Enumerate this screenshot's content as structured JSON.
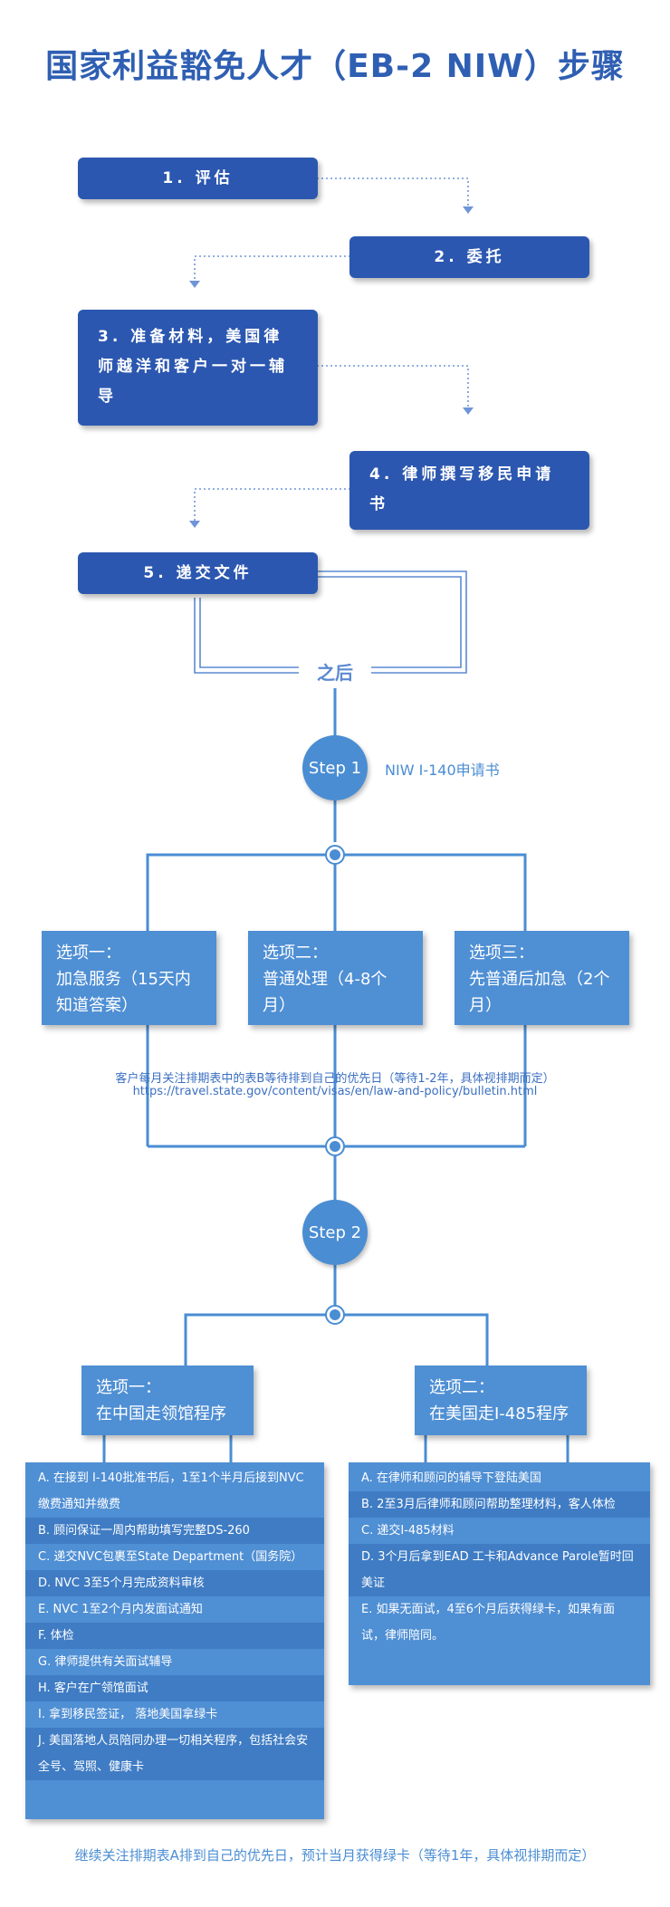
{
  "title": "国家利益豁免人才（EB-2 NIW）步骤",
  "steps": [
    {
      "label": "1. 评估"
    },
    {
      "label": "2. 委托"
    },
    {
      "label": "3. 准备材料，美国律师越洋和客户一对一辅导"
    },
    {
      "label": "4. 律师撰写移民申请书"
    },
    {
      "label": "5. 递交文件"
    }
  ],
  "after_label": "之后",
  "step1": {
    "circle": "Step 1",
    "label": "NIW I-140申请书"
  },
  "step1_options": [
    {
      "label": "选项一：\n加急服务（15天内知道答案）"
    },
    {
      "label": "选项二：\n普通处理（4-8个月）"
    },
    {
      "label": "选项三：\n先普通后加急（2个月）"
    }
  ],
  "note": {
    "line1": "客户每月关注排期表中的表B等待排到自己的优先日（等待1-2年，具体视排期而定）",
    "line2": "https://travel.state.gov/content/visas/en/law-and-policy/bulletin.html"
  },
  "step2": {
    "circle": "Step 2"
  },
  "step2_options": [
    {
      "label": "选项一：\n在中国走领馆程序"
    },
    {
      "label": "选项二：\n在美国走I-485程序"
    }
  ],
  "consular_list": [
    "A. 在接到 I-140批准书后，1至1个半月后接到NVC缴费通知并缴费",
    "B. 顾问保证一周内帮助填写完整DS-260",
    "C. 递交NVC包裹至State Department（国务院）",
    "D. NVC 3至5个月完成资料审核",
    "E. NVC 1至2个月内发面试通知",
    "F. 体检",
    "G. 律师提供有关面试辅导",
    "H. 客户在广领馆面试",
    "I. 拿到移民签证， 落地美国拿绿卡",
    "J. 美国落地人员陪同办理一切相关程序，包括社会安全号、驾照、健康卡"
  ],
  "aos_list": [
    "A. 在律师和顾问的辅导下登陆美国",
    "B. 2至3月后律师和顾问帮助整理材料，客人体检",
    "C. 递交I-485材料",
    "D. 3个月后拿到EAD 工卡和Advance Parole暂时回美证",
    "E. 如果无面试，4至6个月后获得绿卡，如果有面试，律师陪同。"
  ],
  "footer": "继续关注排期表A排到自己的优先日，预计当月获得绿卡（等待1年，具体视排期而定）"
}
